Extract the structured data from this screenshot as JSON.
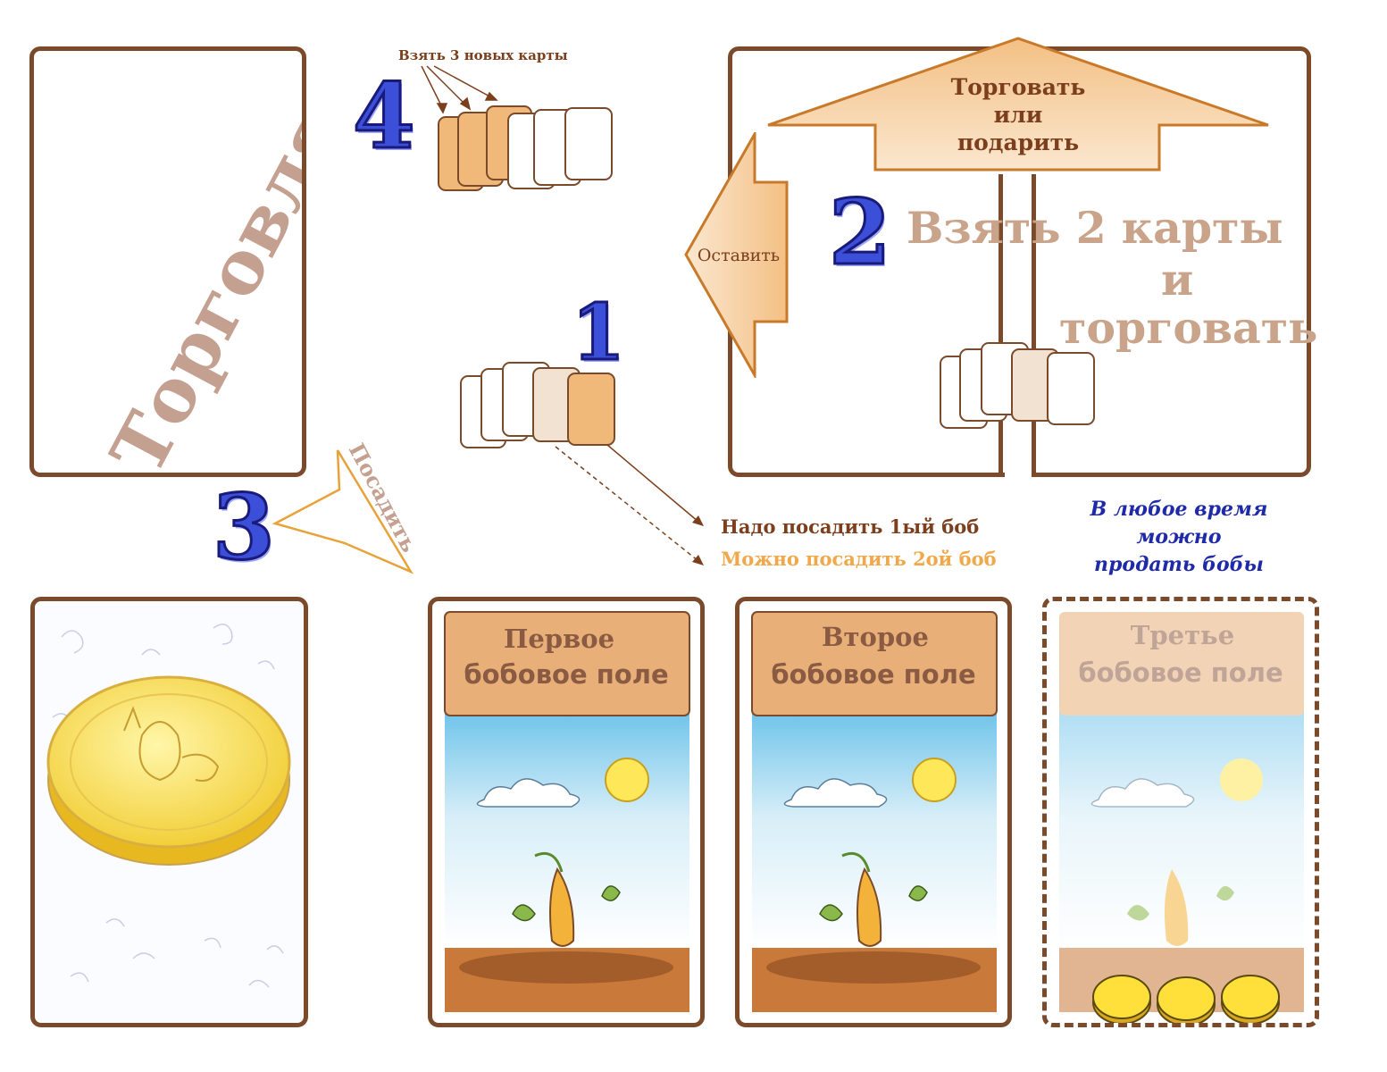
{
  "trade_panel": {
    "title": "Торговля"
  },
  "step1": {
    "number": "1"
  },
  "step2": {
    "number": "2",
    "line1": "Взять 2 карты",
    "line2": "и",
    "line3": "торговать"
  },
  "step3": {
    "number": "3",
    "label": "Посадить"
  },
  "step4": {
    "number": "4",
    "label": "Взять 3 новых карты"
  },
  "arrow_up": {
    "line1": "Торговать",
    "line2": "или",
    "line3": "подарить"
  },
  "arrow_left": {
    "label": "Оставить"
  },
  "plant_notes": {
    "must": "Надо посадить 1ый боб",
    "may": "Можно посадить 2ой боб"
  },
  "sell_note": {
    "line1": "В любое время",
    "line2": "можно",
    "line3": "продать бобы"
  },
  "fields": [
    {
      "line1": "Первое",
      "line2": "бобовое поле"
    },
    {
      "line1": "Второе",
      "line2": "бобовое поле"
    },
    {
      "line1": "Третье",
      "line2": "бобовое поле"
    }
  ],
  "colors": {
    "brown": "#7b4a2a",
    "blue_number": "#3b4fd8",
    "orange": "#e8a23a",
    "tan_text": "#c9a48a",
    "navy_note": "#1f2aa8"
  }
}
